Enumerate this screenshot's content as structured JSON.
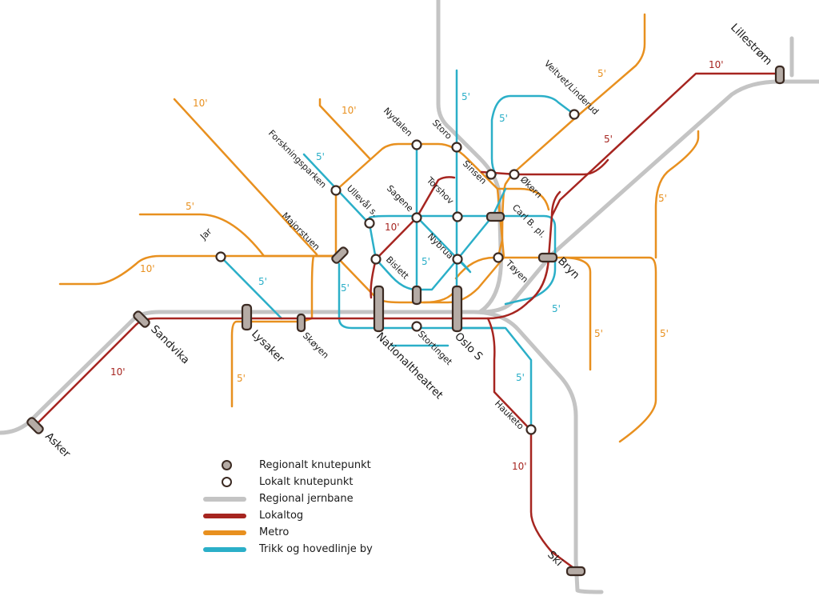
{
  "colors": {
    "regional_rail": "#c4c4c4",
    "local_train": "#a62520",
    "metro": "#e8901f",
    "tram": "#2bafc8",
    "node_stroke": "#3b2a22",
    "regional_node_fill": "#b5aba5",
    "local_node_fill": "#ffffff"
  },
  "stations": {
    "lillestrom": "Lillestrøm",
    "veitvet": "Veitvet/Linderud",
    "storo": "Storo",
    "nydalen": "Nydalen",
    "forskningsparken": "Forskningsparken",
    "ullevaal": "Ullevål s.",
    "sinsen": "Sinsen",
    "okern": "Økern",
    "sagene": "Sagene",
    "torshov": "Torshov",
    "carl_berner": "Carl B. pl.",
    "majorstuen": "Majorstuen",
    "jar": "Jar",
    "bislett": "Bislett",
    "nybrua": "Nybrua",
    "bryn": "Bryn",
    "toyen": "Tøyen",
    "sandvika": "Sandvika",
    "lysaker": "Lysaker",
    "skoyen": "Skøyen",
    "nationaltheatret": "Nationaltheatret",
    "stortinget": "Stortinget",
    "oslo_s": "Oslo S",
    "hauketo": "Hauketo",
    "asker": "Asker",
    "ski": "Ski"
  },
  "frequencies": {
    "f10": "10'",
    "f5": "5'"
  },
  "legend": {
    "regional_hub": "Regionalt knutepunkt",
    "local_hub": "Lokalt knutepunkt",
    "regional_rail": "Regional jernbane",
    "local_train": "Lokaltog",
    "metro": "Metro",
    "tram": "Trikk og hovedlinje by"
  }
}
